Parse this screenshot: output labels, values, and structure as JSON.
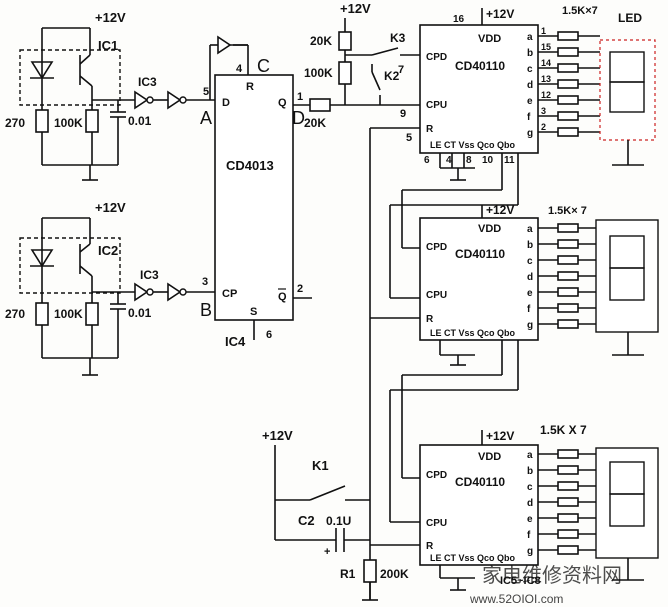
{
  "supply": "+12V",
  "ic1": {
    "label": "IC1",
    "r_top": "270",
    "r_pot": "100K",
    "cap": "0.01"
  },
  "ic2": {
    "label": "IC2",
    "r_top": "270",
    "r_pot": "100K",
    "cap": "0.01"
  },
  "ic3_label": "IC3",
  "ic4": {
    "label": "IC4",
    "part": "CD4013",
    "pin_d": "D",
    "pin_r": "R",
    "pin_q": "Q",
    "pin_cp": "CP",
    "pin_qbar": "Q",
    "pin_s": "S",
    "n5": "5",
    "n4": "4",
    "n1": "1",
    "n3": "3",
    "n2": "2",
    "n6": "6"
  },
  "nodes": {
    "A": "A",
    "B": "B",
    "C": "C",
    "D": "D"
  },
  "top_counter": {
    "part": "CD40110",
    "vdd": "VDD",
    "cpd": "CPD",
    "cpu": "CPU",
    "r": "R",
    "bottom": "LE CT Vss Qco Qbo",
    "pin16": "16",
    "pin9": "9",
    "pin7": "7",
    "pin5": "5",
    "pin6": "6",
    "pin4": "4",
    "pin8": "8",
    "pin10": "10",
    "pin11": "11",
    "res_label": "1.5K×7",
    "led_label": "LED",
    "segments": [
      "a",
      "b",
      "c",
      "d",
      "e",
      "f",
      "g"
    ],
    "seg_pins": [
      "1",
      "15",
      "14",
      "13",
      "12",
      "3",
      "2"
    ]
  },
  "mid_counter": {
    "part": "CD40110",
    "vdd": "VDD",
    "cpd": "CPD",
    "cpu": "CPU",
    "r": "R",
    "bottom": "LE CT Vss Qco Qbo",
    "res_label": "1.5K× 7"
  },
  "bot_counter": {
    "part": "CD40110",
    "vdd": "VDD",
    "cpd": "CPD",
    "cpu": "CPU",
    "r": "R",
    "bottom": "LE CT Vss Qco Qbo",
    "res_label": "1.5K  X  7",
    "caption": "IC5~IC8"
  },
  "switches": {
    "k1": "K1",
    "k2": "K2",
    "k3": "K3"
  },
  "resistors": {
    "r20k_top": "20K",
    "r100k": "100K",
    "r20k_q": "20K",
    "r1": "R1",
    "r1_val": "200K"
  },
  "cap2": {
    "label": "C2",
    "value": "0.1U"
  },
  "watermark": "家电维修资料网",
  "watermark_url": "www.52OIOI.com"
}
